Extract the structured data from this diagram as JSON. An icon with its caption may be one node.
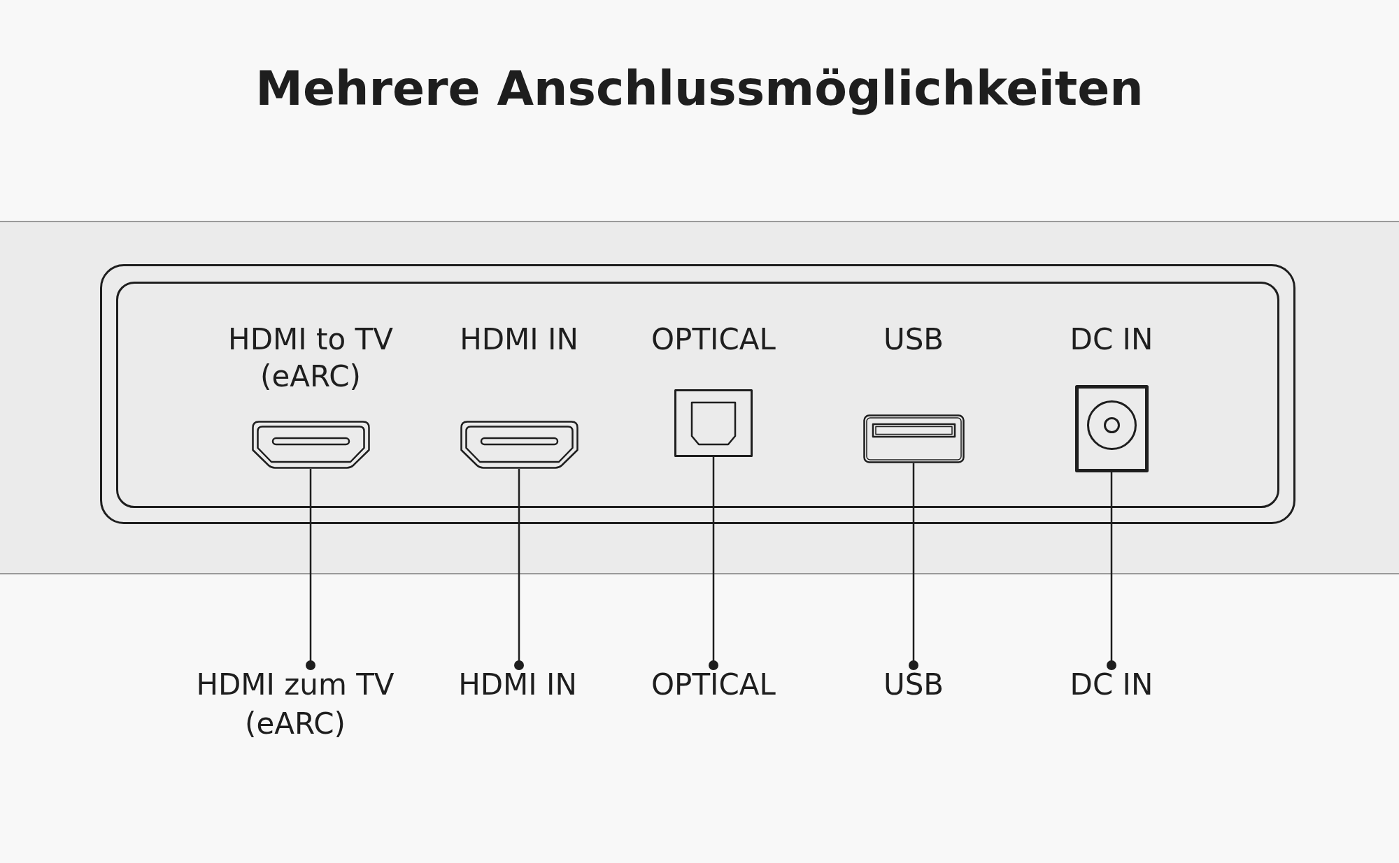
{
  "diagram": {
    "title": "Mehrere Anschlussmöglichkeiten",
    "nodes": [
      {
        "text": [],
        "shape": "box"
      },
      {
        "text": [],
        "shape": "picture",
        "in": 0,
        "beside": [
          "HDMI to TV (eARC)"
        ]
      },
      {
        "text": [],
        "shape": "picture",
        "in": 0,
        "beside": [
          "HDMI IN"
        ]
      },
      {
        "text": [],
        "shape": "picture",
        "in": 0,
        "beside": [
          "OPTICAL"
        ]
      },
      {
        "text": [],
        "shape": "picture",
        "in": 0,
        "beside": [
          "USB"
        ]
      },
      {
        "text": [],
        "shape": "picture",
        "in": 0,
        "beside": [
          "DC IN"
        ]
      },
      {
        "text": [
          "HDMI zum TV (eARC)"
        ]
      },
      {
        "text": [
          "HDMI IN"
        ]
      },
      {
        "text": [
          "OPTICAL"
        ]
      },
      {
        "text": [
          "USB"
        ]
      },
      {
        "text": [
          "DC IN"
        ]
      }
    ],
    "edges": [
      {
        "from": 6,
        "to": 1,
        "arrow": "other"
      },
      {
        "from": 7,
        "to": 2,
        "arrow": "other"
      },
      {
        "from": 8,
        "to": 3,
        "arrow": "other"
      },
      {
        "from": 9,
        "to": 4,
        "arrow": "other"
      },
      {
        "from": 10,
        "to": 5,
        "arrow": "other"
      }
    ]
  }
}
